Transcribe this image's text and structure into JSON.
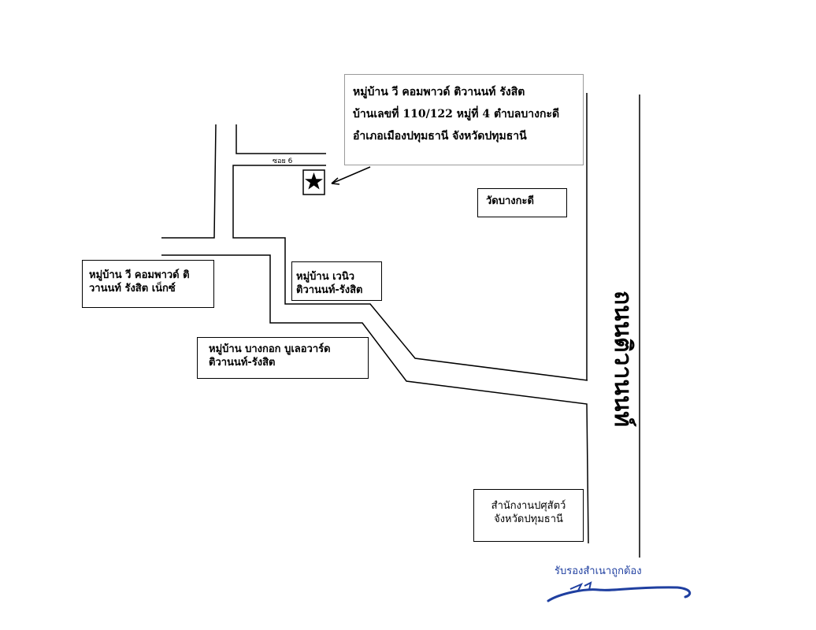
{
  "address": {
    "line1": "หมู่บ้าน วี คอมพาวด์ ติวานนท์ รังสิต",
    "line2": "บ้านเลขที่ 110/122 หมู่ที่ 4 ตำบลบางกะดี",
    "line3": "อำเภอเมืองปทุมธานี จังหวัดปทุมธานี"
  },
  "labels": {
    "soi": "ซอย 6",
    "temple": "วัดบางกะดี",
    "village_next": {
      "line1": "หมู่บ้าน วี คอมพาวด์ ติ",
      "line2": "วานนท์ รังสิต เน็กซ์"
    },
    "village_venue": {
      "line1": "หมู่บ้าน เวนิว",
      "line2": "ติวานนท์-รังสิต"
    },
    "village_bangkok": {
      "line1": "หมู่บ้าน บางกอก บูเลอวาร์ด",
      "line2": "ติวานนท์-รังสิต"
    },
    "livestock_office": {
      "line1": "สำนักงานปศุสัตว์",
      "line2": "จังหวัดปทุมธานี"
    },
    "main_road": "ถนนติวานนท์"
  },
  "certification": {
    "text": "รับรองสำเนาถูกต้อง"
  },
  "colors": {
    "line": "#000000",
    "signature": "#1f3fa0",
    "address_border": "#9a9a9a"
  },
  "icons": {
    "location_marker": "star-icon"
  }
}
